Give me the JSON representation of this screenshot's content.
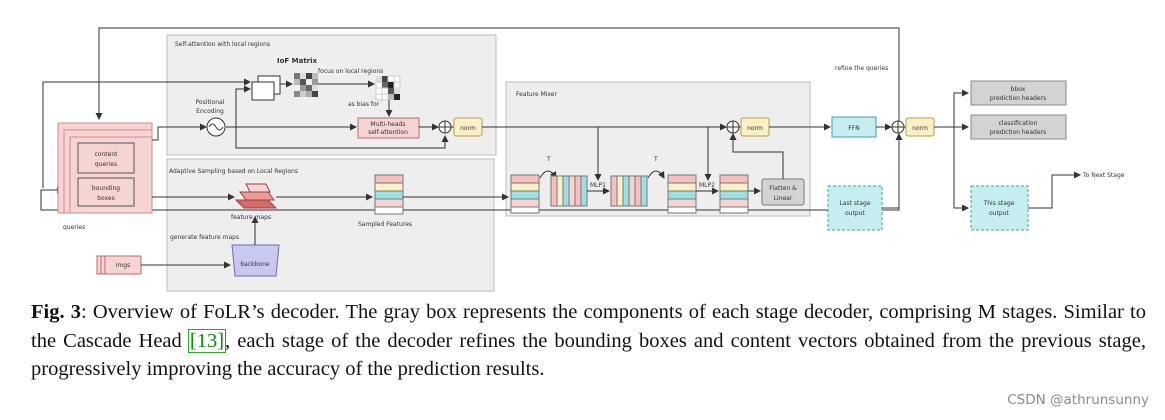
{
  "diagram": {
    "labels": {
      "self_attention_title": "Self-attention with local regions",
      "iof_matrix": "IoF Matrix",
      "focus_local": "focus on local regions",
      "as_bias_for": "as bias for",
      "positional": "Positional",
      "encoding": "Encoding",
      "mha_line1": "Multi-heads",
      "mha_line2": "self-attention",
      "norm": "norm",
      "feature_mixer": "Feature Mixer",
      "refine_queries": "refine the queries",
      "ffn": "FFN",
      "bbox_line1": "bbox",
      "bbox_line2": "prediction headers",
      "cls_line1": "classification",
      "cls_line2": "prediction headers",
      "content_line1": "content",
      "content_line2": "queries",
      "bounding_line1": "bounding",
      "bounding_line2": "boxes",
      "queries": "queries",
      "adaptive_title": "Adaptive Sampling based on Local Regions",
      "feature_maps": "feature maps",
      "generate_feature_maps": "generate feature maps",
      "sampled_features": "Sampled Features",
      "imgs": "imgs",
      "backbone": "backbone",
      "t_symbol": "T",
      "mlp1": "MLP1",
      "mlp2": "MLP2",
      "flatten_line1": "Flatten &",
      "flatten_line2": "Linear",
      "last_stage_line1": "Last stage",
      "last_stage_line2": "output",
      "this_stage_line1": "This stage",
      "this_stage_line2": "output",
      "to_next_stage": "To Next Stage"
    }
  },
  "caption": {
    "fig_label": "Fig. 3",
    "text_part1": ": Overview of FoLR’s decoder. The gray box represents the components of each stage decoder, comprising M stages. Similar to the Cascade Head ",
    "ref": "[13]",
    "text_part2": ", each stage of the decoder refines the bounding boxes and content vectors obtained from the previous stage, progressively improving the accuracy of the prediction results."
  },
  "watermark": "CSDN @athrunsunny",
  "colors": {
    "pink": "#f7d4d4",
    "pink_border": "#d48a8a",
    "cyan": "#c6eef0",
    "gray_box": "#d3d3d3",
    "yellow": "#fbf0c6",
    "lavender": "#c9c8ef",
    "stage_bg": "#eeeeee",
    "ref_green": "#0a8a0a"
  }
}
